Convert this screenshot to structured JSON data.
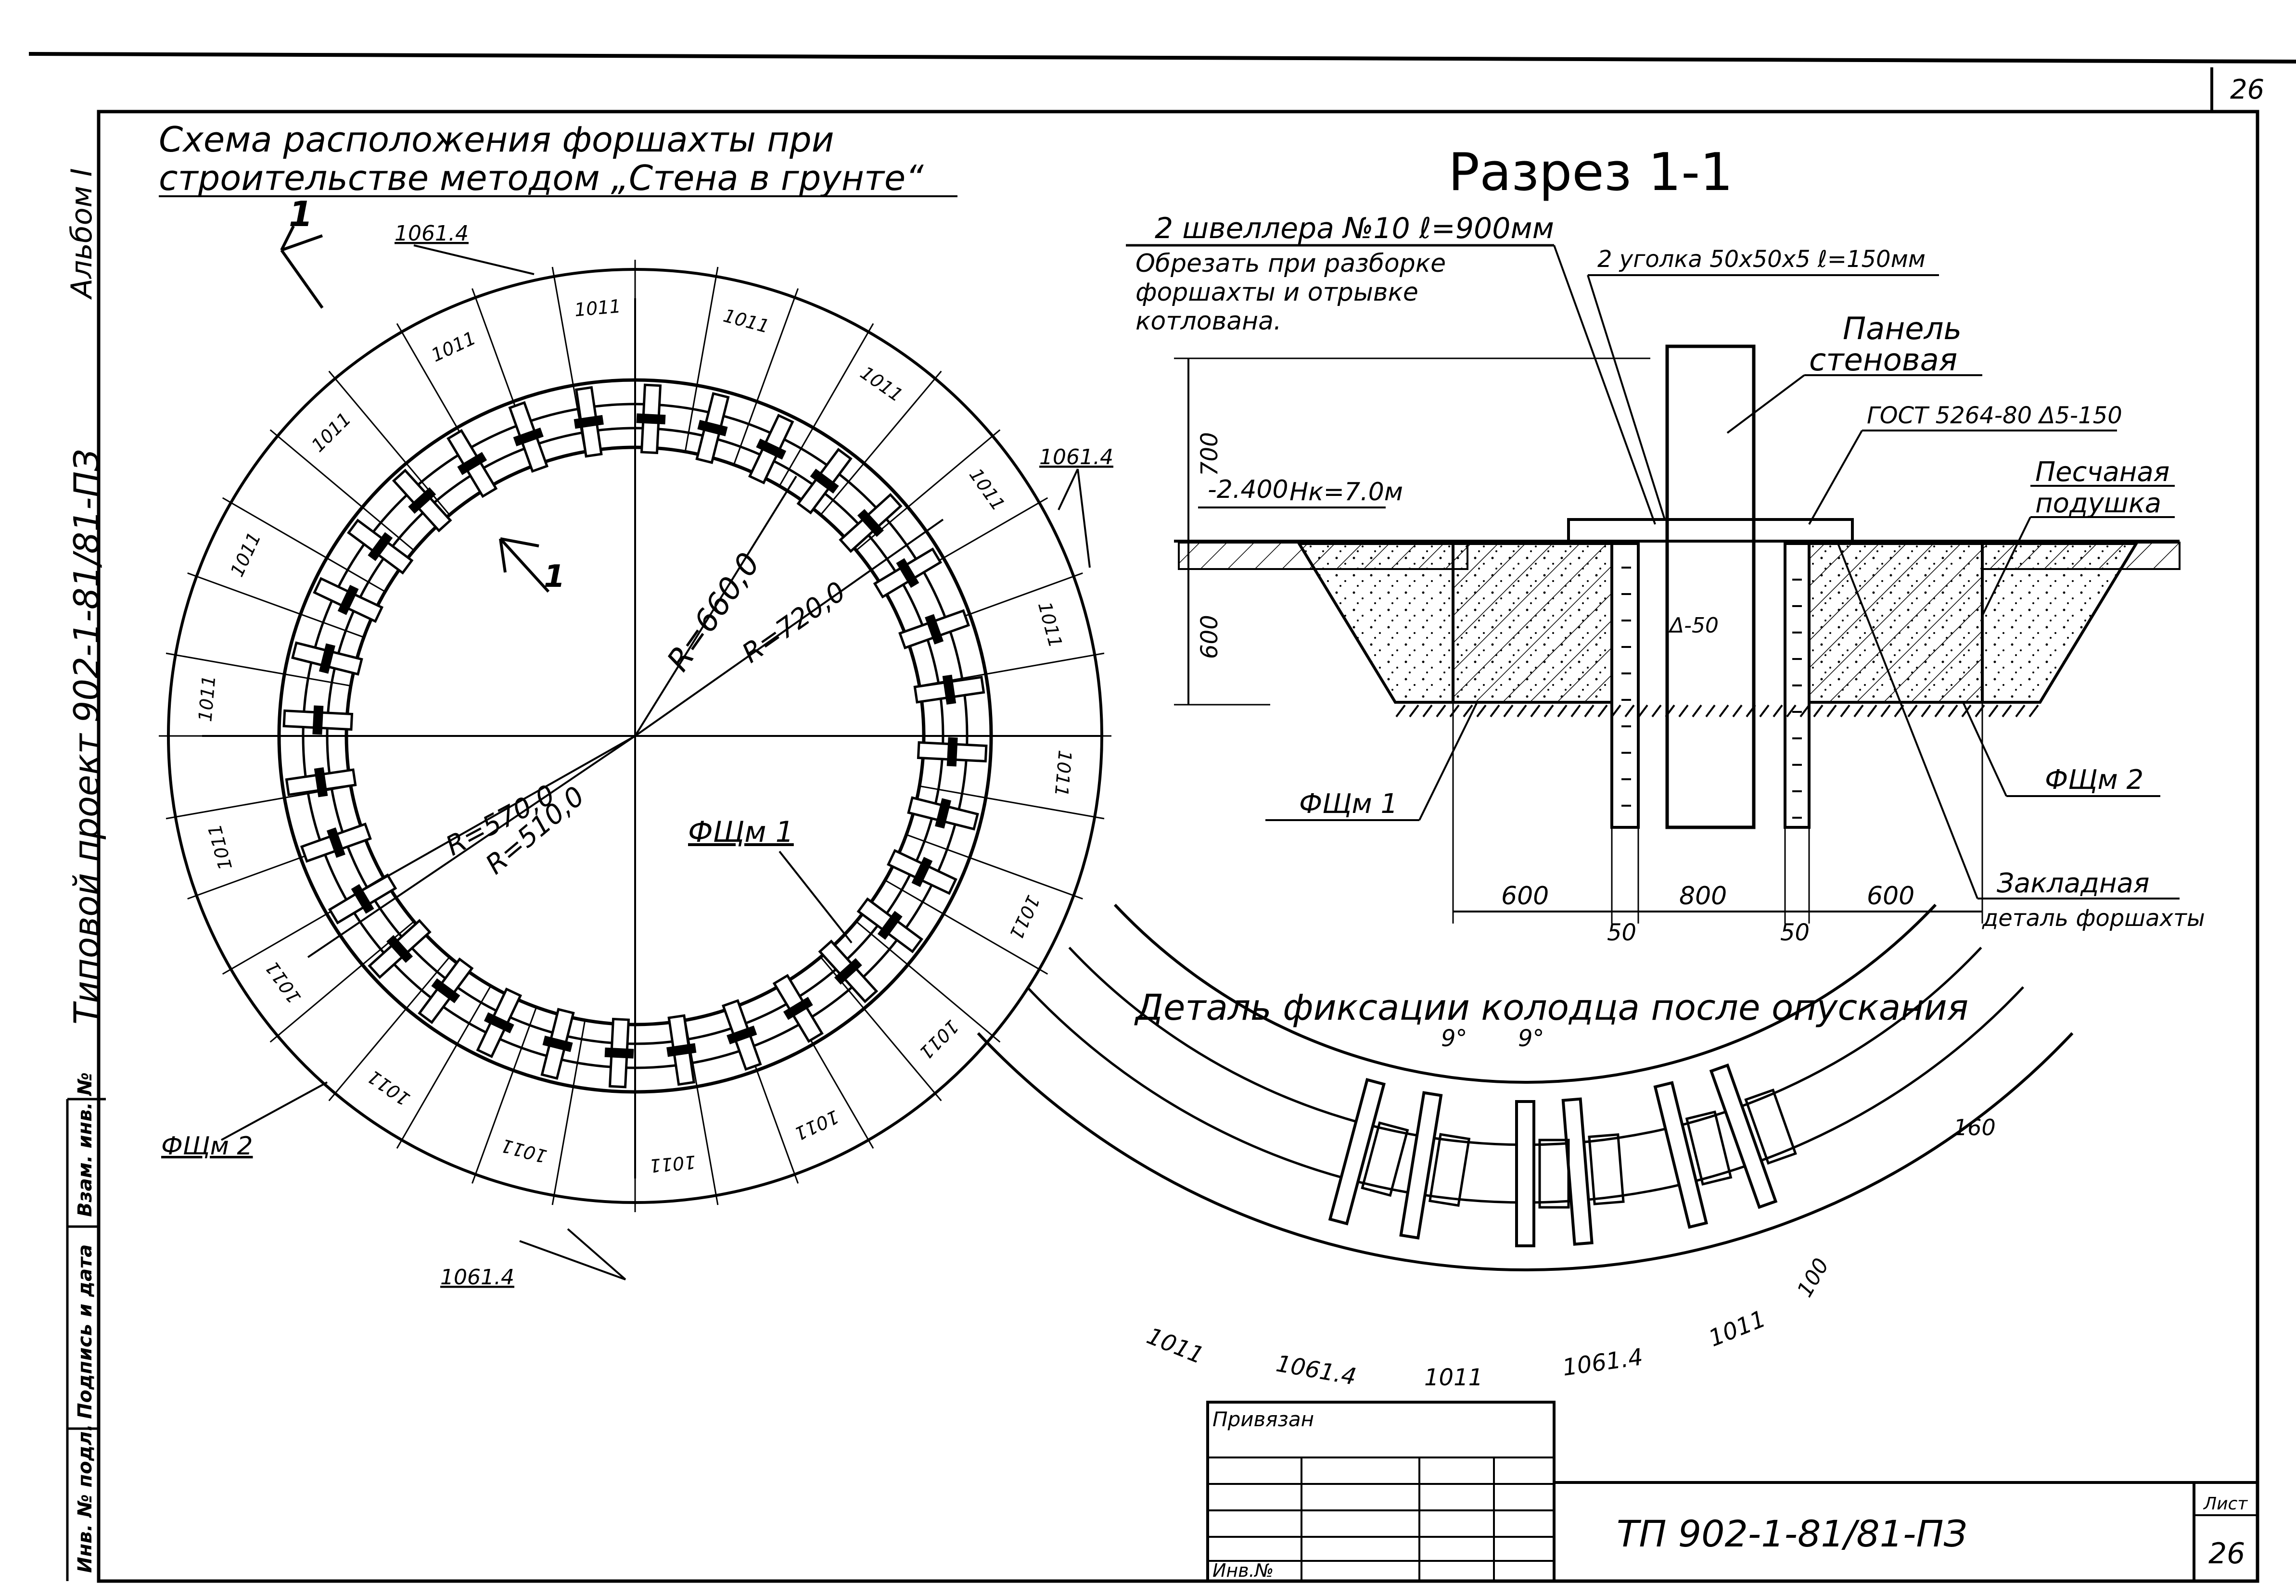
{
  "sheet": {
    "number_top": "26",
    "number_bottom": "26",
    "sheet_label": "Лист",
    "code": "ТП 902-1-81/81-ПЗ",
    "side_code": "Типовой проект 902-1-81/81-ПЗ",
    "album": "Альбом I",
    "bound_label": "Привязан",
    "inv_label": "Инв.№",
    "side_fields": [
      "Инв. № подл.",
      "Подпись и дата",
      "Взам. инв. №"
    ]
  },
  "plan": {
    "title_line1": "Схема расположения форшахты при",
    "title_line2": "строительстве методом „Стена в грунте“",
    "r_660": "R=660,0",
    "r_720": "R=720,0",
    "r_570": "R=570,0",
    "r_510": "R=510,0",
    "label_fshch1": "ФЩм 1",
    "label_fshch2": "ФЩм 2",
    "dim_1011": "1011",
    "dim_10614": "1061.4",
    "section_marker": "1"
  },
  "section": {
    "title": "Разрез 1-1",
    "channels": "2 швеллера №10 ℓ=900мм",
    "cut_note1": "Обрезать при разборке",
    "cut_note2": "форшахты и отрывке",
    "cut_note3": "котлована.",
    "angles": "2 уголка 50х50х5 ℓ=150мм",
    "panel1": "Панель",
    "panel2": "стеновая",
    "gost": "ГОСТ 5264-80 Δ5-150",
    "sand1": "Песчаная",
    "sand2": "подушка",
    "level": "-2.400",
    "hk": "Нк=7.0м",
    "dim_700": "700",
    "dim_600v": "600",
    "dim_600a": "600",
    "dim_800": "800",
    "dim_600b": "600",
    "dim_50a": "50",
    "dim_50b": "50",
    "weld": "Δ-50",
    "fshch1": "ФЩм 1",
    "fshch2": "ФЩм 2",
    "embed1": "Закладная",
    "embed2": "деталь форшахты"
  },
  "detail": {
    "title": "Деталь фиксации колодца после опускания",
    "angle_a": "9°",
    "angle_b": "9°",
    "dim_160": "160",
    "dim_100": "100",
    "dim_1011a": "1011",
    "dim_10614a": "1061.4",
    "dim_1011b": "1011",
    "dim_10614b": "1061.4",
    "dim_1011c": "1011"
  }
}
